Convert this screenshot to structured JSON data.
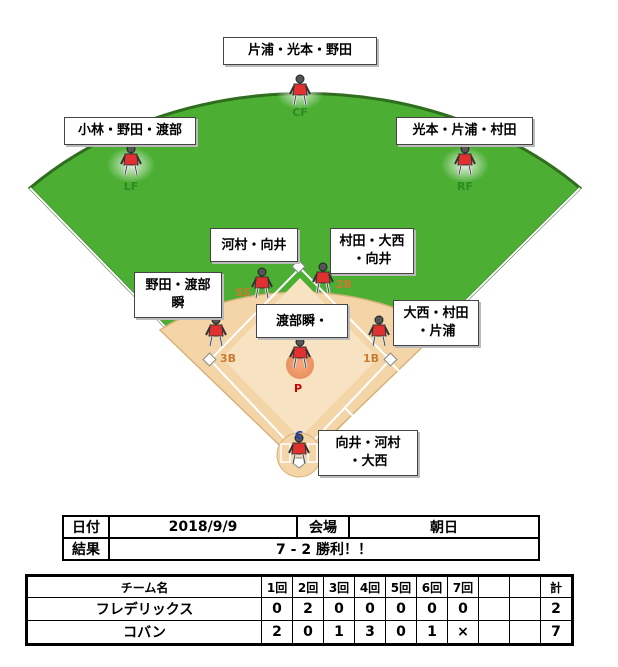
{
  "positions": {
    "cf": {
      "label": "CF",
      "players": "片浦・光本・野田"
    },
    "lf": {
      "label": "LF",
      "players": "小林・野田・渡部"
    },
    "rf": {
      "label": "RF",
      "players": "光本・片浦・村田"
    },
    "ss": {
      "label": "SS",
      "players": "河村・向井"
    },
    "b2": {
      "label": "2B",
      "players_line1": "村田・大西",
      "players_line2": "・向井"
    },
    "b3": {
      "label": "3B",
      "players_line1": "野田・渡部",
      "players_line2": "瞬"
    },
    "p": {
      "label": "P",
      "players": "渡部瞬・"
    },
    "b1": {
      "label": "1B",
      "players_line1": "大西・村田",
      "players_line2": "・片浦"
    },
    "c": {
      "label": "C",
      "players_line1": "向井・河村",
      "players_line2": "・大西"
    }
  },
  "colors": {
    "grass": "#4caf34",
    "infield_dirt": "#f3d5a8",
    "cf_label": "#2e8b1e",
    "infield_label": "#c87a2e",
    "pitcher_label": "#cc0000",
    "catcher_label": "#1a3fbf"
  },
  "game_info": {
    "date_label": "日付",
    "date": "2018/9/9",
    "venue_label": "会場",
    "venue": "朝日",
    "result_label": "結果",
    "result": "7 - 2 勝利！！"
  },
  "scoreboard": {
    "headers": [
      "チーム名",
      "1回",
      "2回",
      "3回",
      "4回",
      "5回",
      "6回",
      "7回",
      "",
      "",
      "計"
    ],
    "rows": [
      {
        "team": "フレデリックス",
        "innings": [
          "0",
          "2",
          "0",
          "0",
          "0",
          "0",
          "0",
          "",
          ""
        ],
        "total": "2"
      },
      {
        "team": "コバン",
        "innings": [
          "2",
          "0",
          "1",
          "3",
          "0",
          "1",
          "×",
          "",
          ""
        ],
        "total": "7"
      }
    ]
  }
}
